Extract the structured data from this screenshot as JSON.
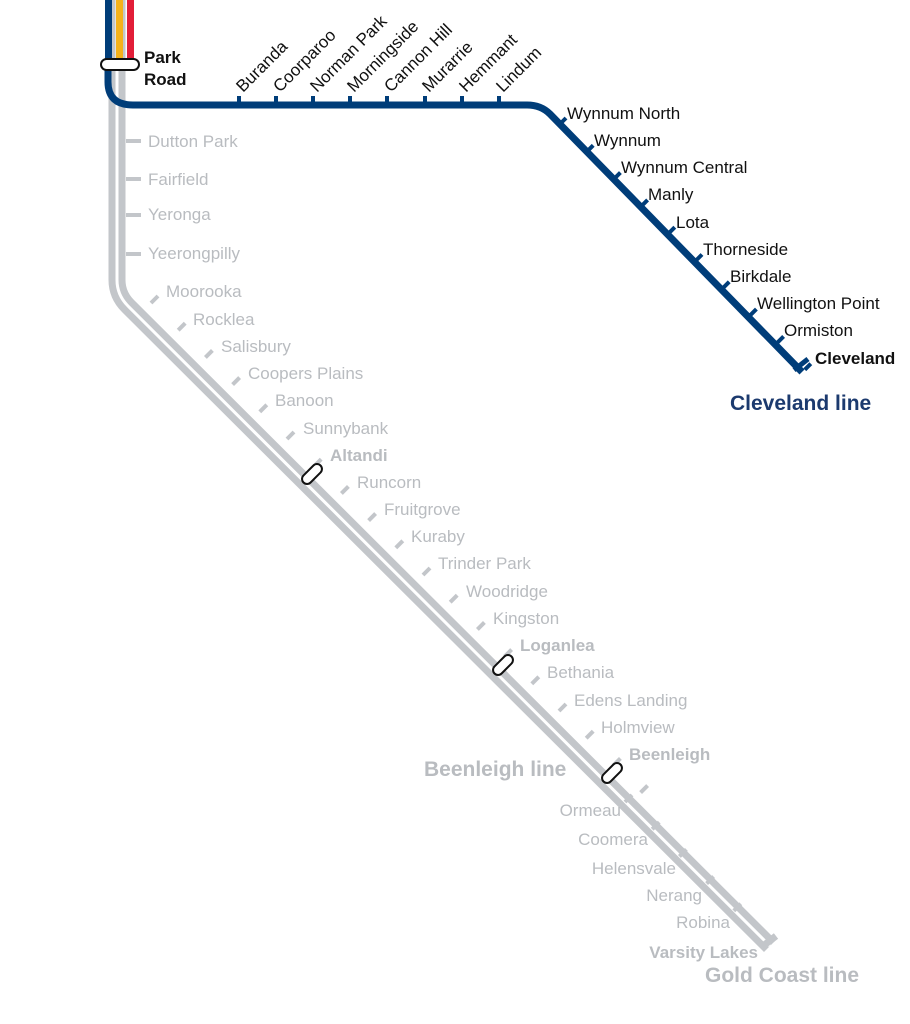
{
  "colors": {
    "cleveland_line": "#003d79",
    "grey_line": "#c3c6ca",
    "grey_text": "#b9bcc0",
    "active_text": "#111111",
    "title_blue": "#1c3a6e",
    "top_yellow": "#f5b21b",
    "top_red": "#e21d38"
  },
  "interchange": {
    "park_road_line1": "Park",
    "park_road_line2": "Road"
  },
  "cleveland_line": {
    "title": "Cleveland line",
    "horizontal_stations": [
      "Buranda",
      "Coorparoo",
      "Norman Park",
      "Morningside",
      "Cannon Hill",
      "Murarrie",
      "Hemmant",
      "Lindum"
    ],
    "diagonal_stations": [
      "Wynnum North",
      "Wynnum",
      "Wynnum Central",
      "Manly",
      "Lota",
      "Thorneside",
      "Birkdale",
      "Wellington Point",
      "Ormiston"
    ],
    "terminus": "Cleveland"
  },
  "beenleigh_line": {
    "title": "Beenleigh line",
    "vertical_stations": [
      "Dutton Park",
      "Fairfield",
      "Yeronga",
      "Yeerongpilly"
    ],
    "diagonal_stations": [
      "Moorooka",
      "Rocklea",
      "Salisbury",
      "Coopers Plains",
      "Banoon",
      "Sunnybank"
    ],
    "interchange_1": "Altandi",
    "stations_2": [
      "Runcorn",
      "Fruitgrove",
      "Kuraby",
      "Trinder Park",
      "Woodridge",
      "Kingston"
    ],
    "interchange_2": "Loganlea",
    "stations_3": [
      "Bethania",
      "Edens Landing",
      "Holmview"
    ],
    "interchange_3": "Beenleigh"
  },
  "gold_coast_line": {
    "title": "Gold Coast line",
    "stations": [
      "Ormeau",
      "Coomera",
      "Helensvale",
      "Nerang",
      "Robina"
    ],
    "terminus": "Varsity Lakes"
  }
}
